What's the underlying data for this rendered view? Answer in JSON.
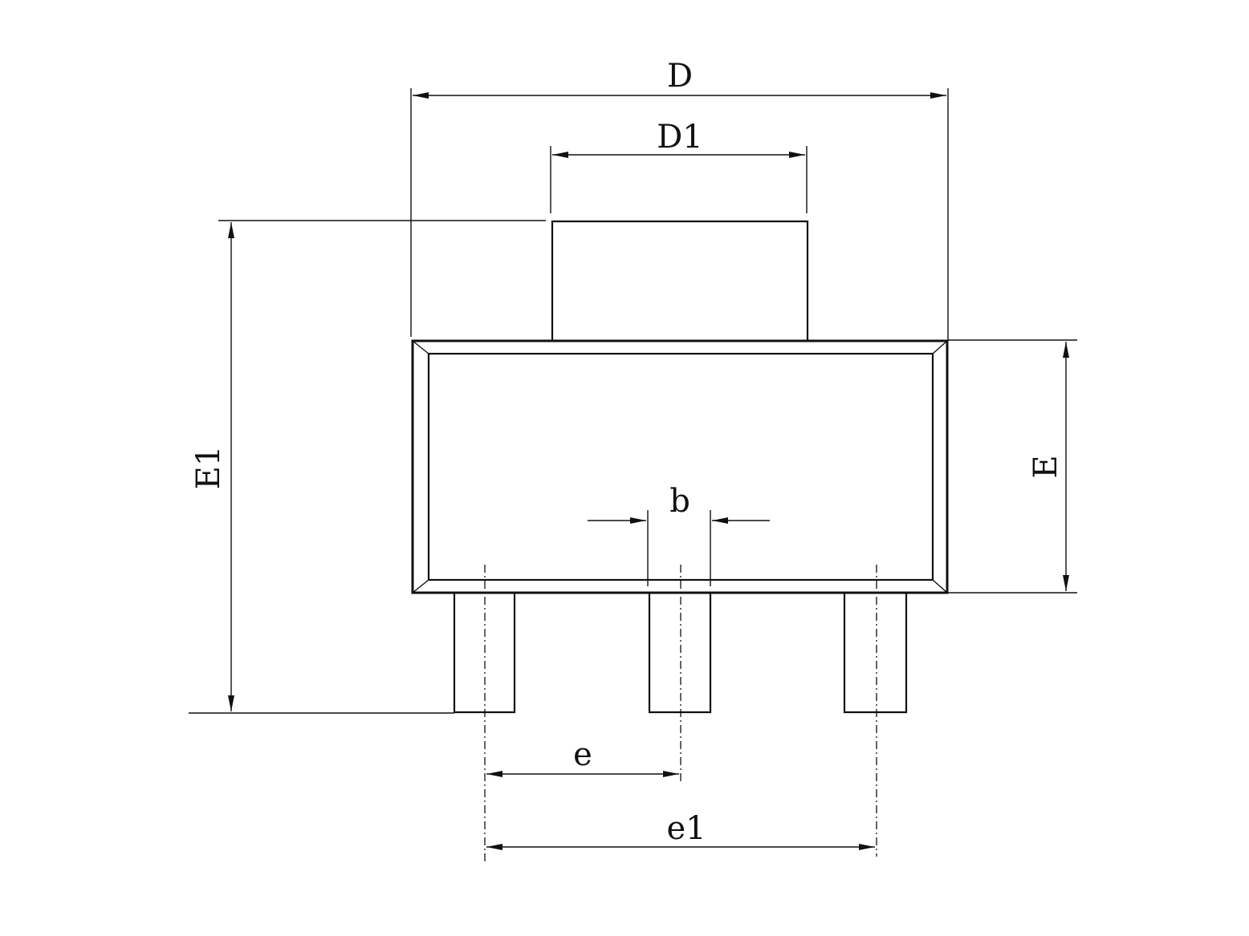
{
  "labels": {
    "D": "D",
    "D1": "D1",
    "E": "E",
    "E1": "E1",
    "b": "b",
    "e": "e",
    "e1": "e1"
  }
}
